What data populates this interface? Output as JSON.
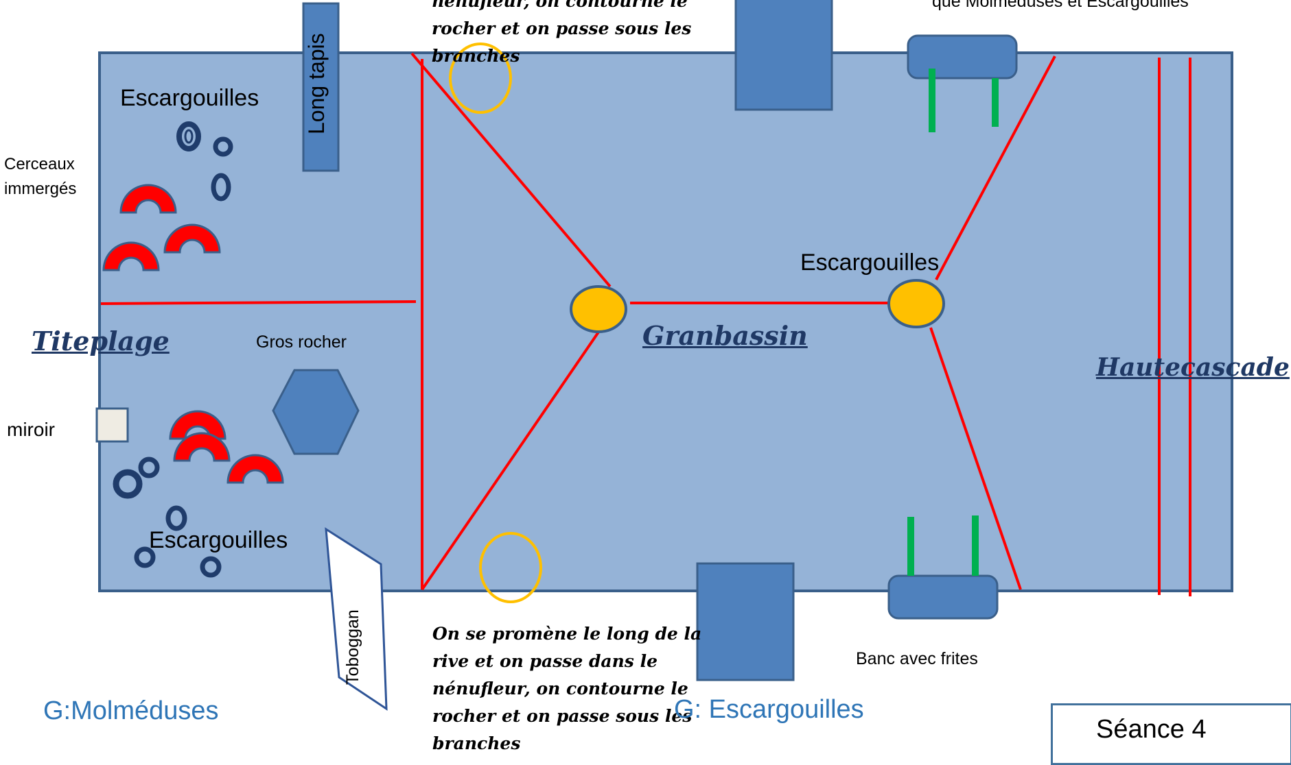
{
  "zones": {
    "titeplage": "Titeplage",
    "granbassin": "Granbassin",
    "hautecascade": "Hautecascade"
  },
  "labels": {
    "escargouilles_top_left": "Escargouilles",
    "escargouilles_bottom_left": "Escargouilles",
    "escargouilles_center": "Escargouilles",
    "cerceaux_line1": "Cerceaux",
    "cerceaux_line2": "immergés",
    "miroir": "miroir",
    "gros_rocher": "Gros rocher",
    "long_tapis": "Long tapis",
    "toboggan": "Toboggan",
    "banc_frites": "Banc avec frites",
    "top_right_partial": "que Molméduses et Escargouilles"
  },
  "notes": {
    "top_lines": [
      "nénufleur, on contourne le",
      "rocher et on passe sous les",
      "branches"
    ],
    "bottom_lines": [
      "On se promène le long de la",
      "rive et on passe dans le",
      "nénufleur, on contourne le",
      "rocher et on passe sous les",
      "branches"
    ]
  },
  "groups": {
    "molmeduses": "G:Molméduses",
    "escargouilles": "G: Escargouilles"
  },
  "seance": "Séance 4",
  "colors": {
    "pool_fill": "#95b3d7",
    "pool_border": "#3a5f8a",
    "block_fill": "#4f81bd",
    "route_line": "#ff0000",
    "stop_fill": "#ffc000",
    "hoop_outline": "#ffc000",
    "arch_fill": "#ff0000",
    "pole_green": "#00b050",
    "group_text": "#2e75b6",
    "zone_text": "#1f3864"
  }
}
